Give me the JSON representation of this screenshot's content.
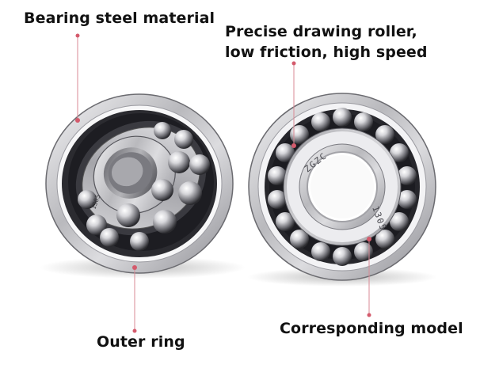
{
  "labels": {
    "bearing_steel": "Bearing steel material",
    "precise_roller_line1": "Precise drawing roller,",
    "precise_roller_line2": "low friction, high speed",
    "outer_ring": "Outer ring",
    "corresponding_model": "Corresponding model"
  },
  "engravings": {
    "right_inner_top": "ZGZC",
    "right_inner_bottom": "1305",
    "left_inner": "1305"
  },
  "colors": {
    "callout_line": "#d98a95",
    "callout_dot": "#d45a6c",
    "background": "#ffffff",
    "steel_light": "#e8e8ea",
    "steel_dark": "#4a4a50"
  }
}
